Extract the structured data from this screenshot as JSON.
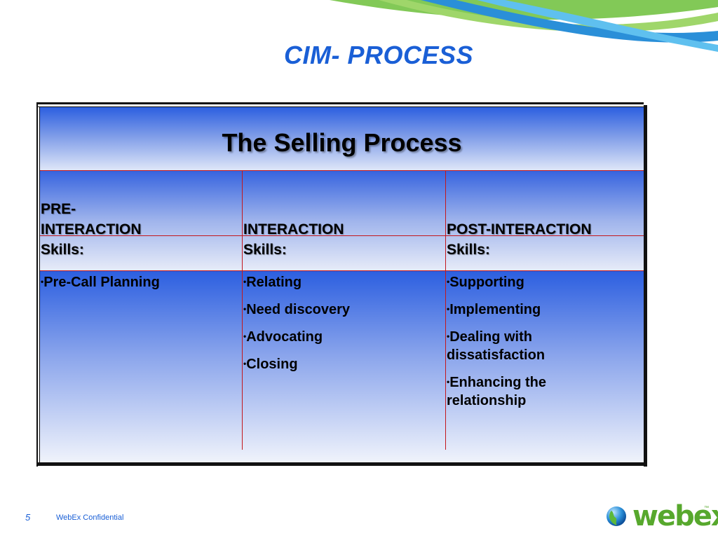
{
  "slide": {
    "title": "CIM- PROCESS",
    "page_number": "5",
    "footer_text": "WebEx Confidential"
  },
  "table": {
    "header": "The Selling Process",
    "columns": [
      {
        "heading_lines": [
          "PRE-",
          "INTERACTION",
          "Skills:"
        ],
        "items": [
          "Pre-Call Planning"
        ]
      },
      {
        "heading_lines": [
          "INTERACTION",
          "Skills:"
        ],
        "items": [
          "Relating",
          "Need discovery",
          "Advocating",
          "Closing"
        ]
      },
      {
        "heading_lines": [
          "POST-INTERACTION",
          "Skills:"
        ],
        "items": [
          "Supporting",
          "Implementing",
          "Dealing with dissatisfaction",
          "Enhancing the relationship"
        ]
      }
    ]
  },
  "logo": {
    "text": "webex",
    "tm": "™"
  },
  "colors": {
    "accent_blue": "#1a5fd6",
    "divider_red": "#c3171c",
    "logo_green": "#57a82d"
  }
}
